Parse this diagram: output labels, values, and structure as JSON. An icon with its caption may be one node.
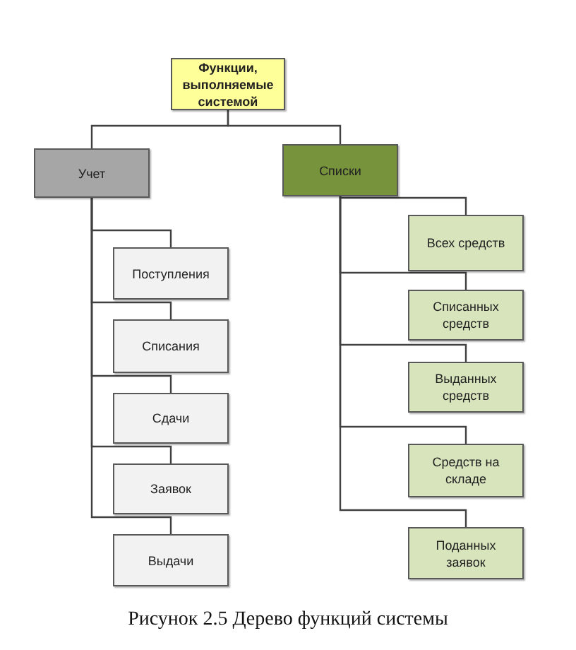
{
  "diagram": {
    "caption": "Рисунок 2.5 Дерево функций системы",
    "nodes": [
      {
        "text": [
          "Функции, выполняемые системой"
        ]
      },
      {
        "text": [
          "Учет"
        ]
      },
      {
        "text": [
          "Списки"
        ]
      },
      {
        "text": [
          "Поступления"
        ]
      },
      {
        "text": [
          "Списания"
        ]
      },
      {
        "text": [
          "Сдачи"
        ]
      },
      {
        "text": [
          "Заявок"
        ]
      },
      {
        "text": [
          "Выдачи"
        ]
      },
      {
        "text": [
          "Всех средств"
        ]
      },
      {
        "text": [
          "Списанных средств"
        ]
      },
      {
        "text": [
          "Выданных средств"
        ]
      },
      {
        "text": [
          "Средств на складе"
        ]
      },
      {
        "text": [
          "Поданных заявок"
        ]
      }
    ],
    "edges": [
      {
        "from": 0,
        "to": 1,
        "arrow": "none"
      },
      {
        "from": 0,
        "to": 2,
        "arrow": "none"
      },
      {
        "from": 1,
        "to": 3,
        "arrow": "none"
      },
      {
        "from": 1,
        "to": 4,
        "arrow": "none"
      },
      {
        "from": 1,
        "to": 5,
        "arrow": "none"
      },
      {
        "from": 1,
        "to": 6,
        "arrow": "none"
      },
      {
        "from": 1,
        "to": 7,
        "arrow": "none"
      },
      {
        "from": 2,
        "to": 8,
        "arrow": "none"
      },
      {
        "from": 2,
        "to": 9,
        "arrow": "none"
      },
      {
        "from": 2,
        "to": 10,
        "arrow": "none"
      },
      {
        "from": 2,
        "to": 11,
        "arrow": "none"
      },
      {
        "from": 2,
        "to": 12,
        "arrow": "none"
      }
    ]
  }
}
